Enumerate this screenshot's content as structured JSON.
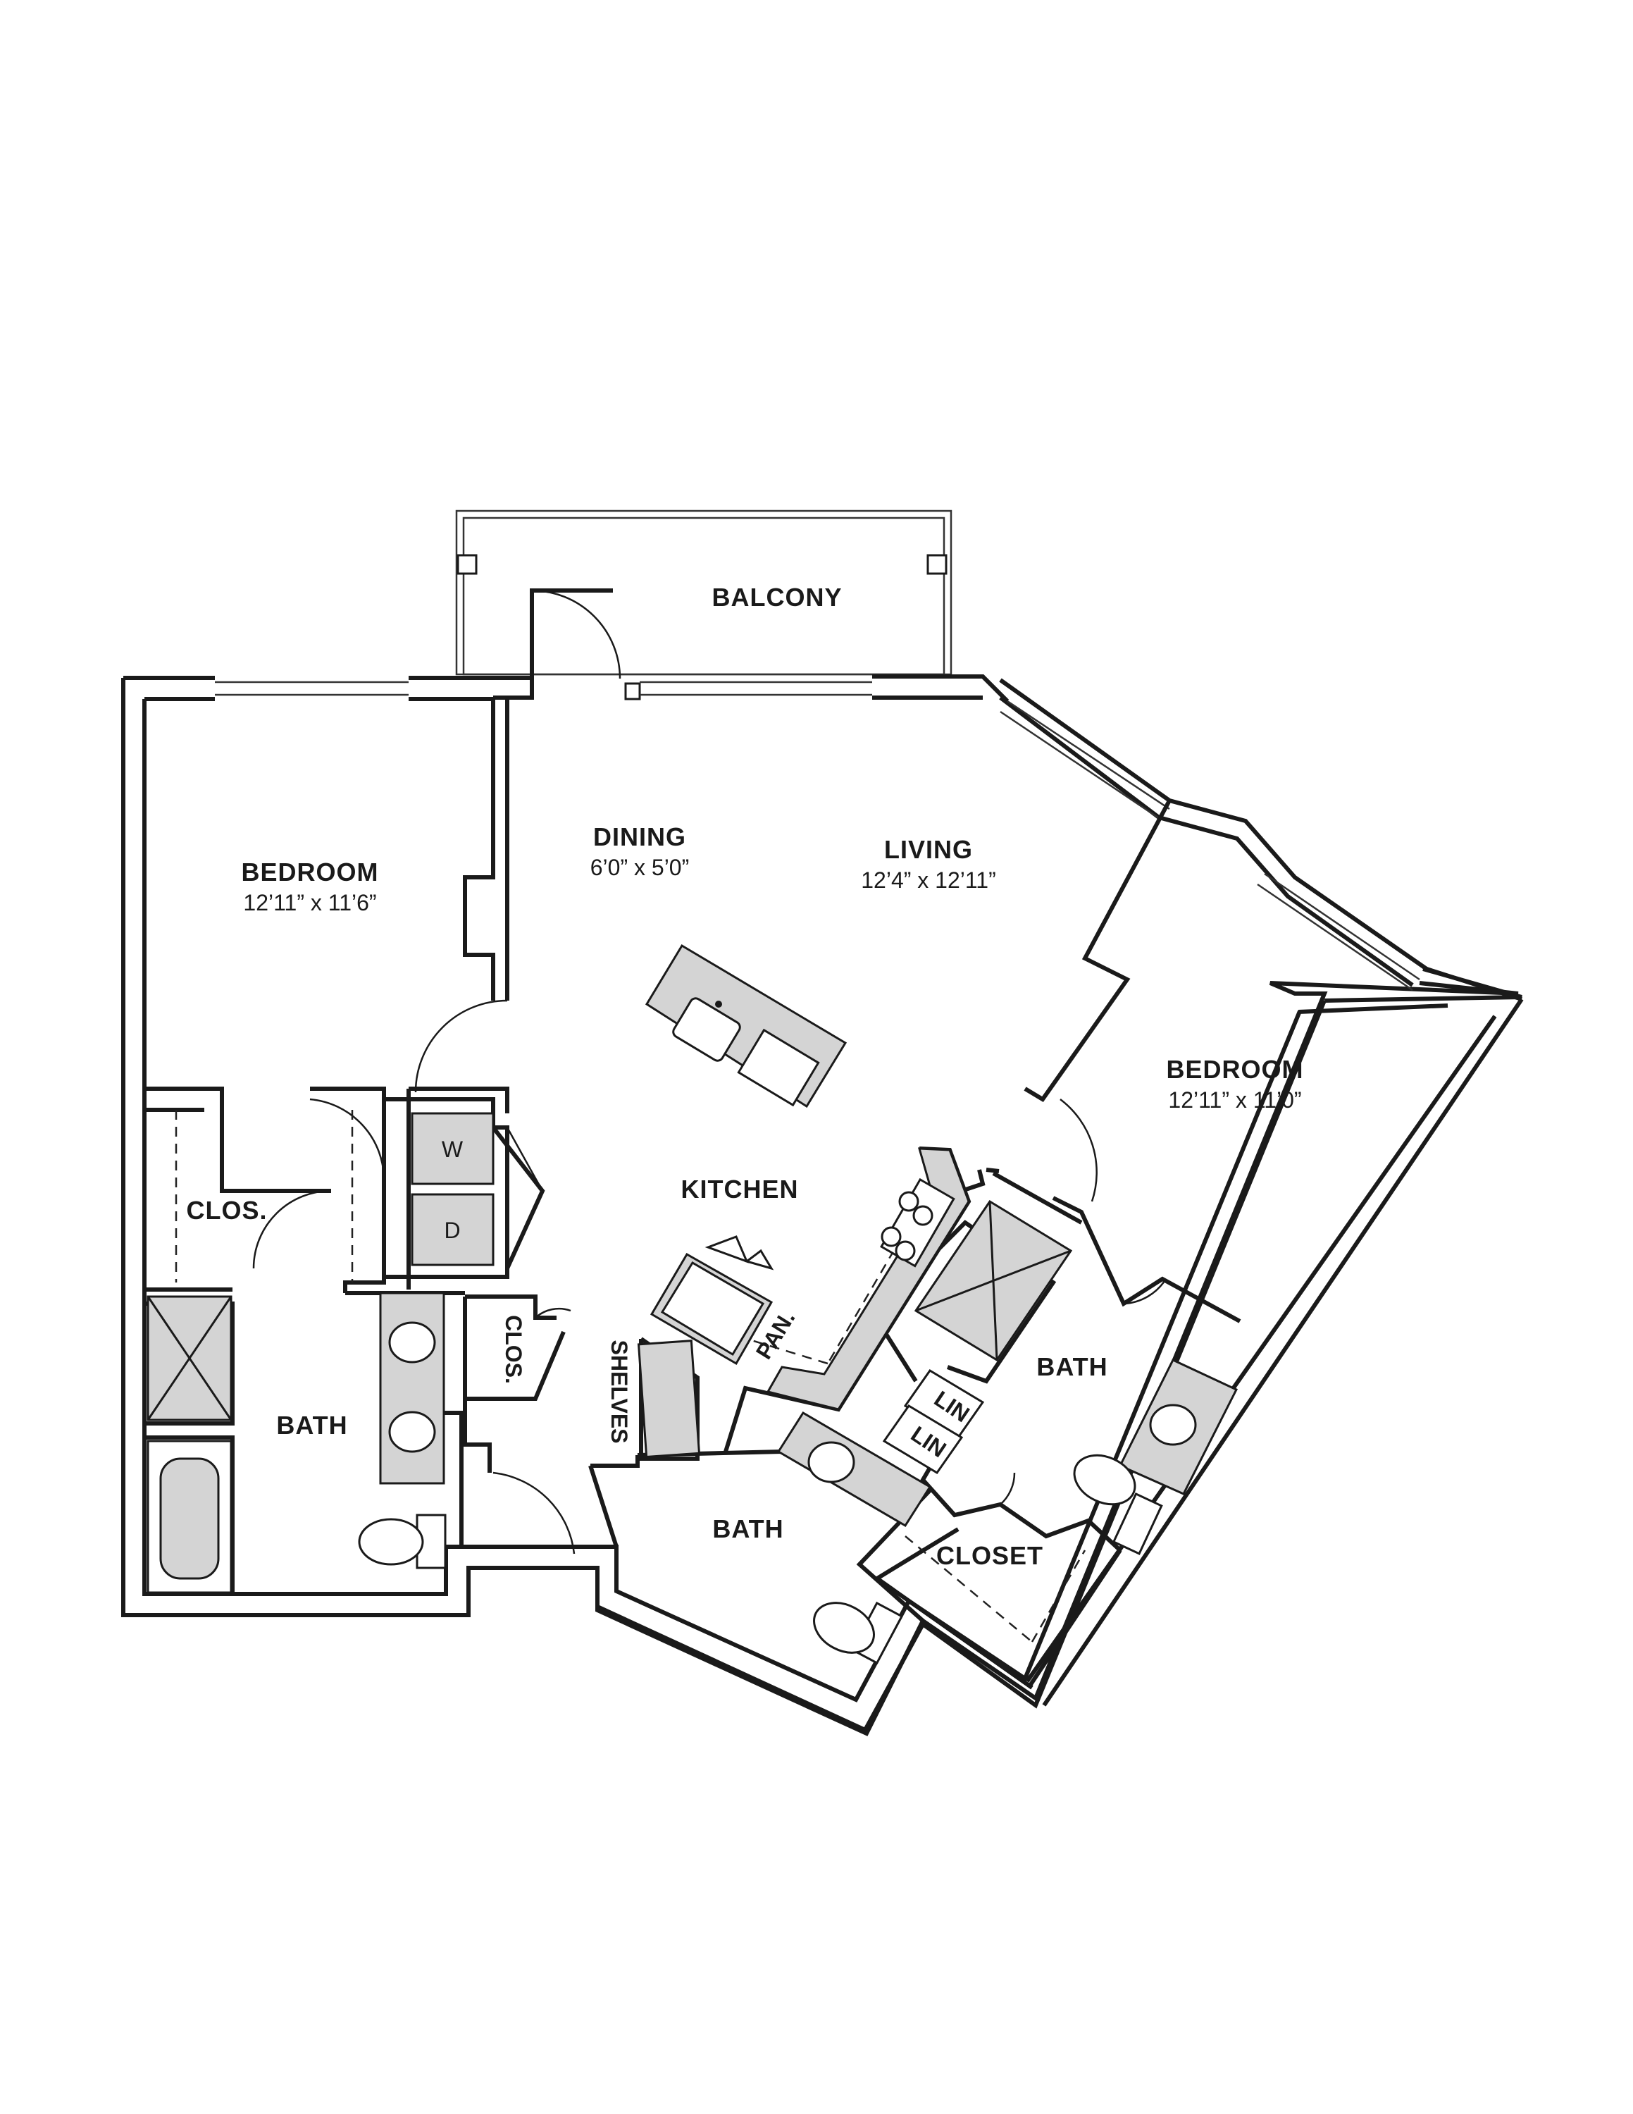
{
  "rooms": {
    "balcony": {
      "label": "BALCONY"
    },
    "bedroom_left": {
      "label": "BEDROOM",
      "dims": "12’11” x 11’6”"
    },
    "dining": {
      "label": "DINING",
      "dims": "6’0” x 5’0”"
    },
    "living": {
      "label": "LIVING",
      "dims": "12’4” x 12’11”"
    },
    "bedroom_right": {
      "label": "BEDROOM",
      "dims": "12’11” x 11’0”"
    },
    "kitchen": {
      "label": "KITCHEN"
    },
    "closet_left": {
      "label": "CLOS."
    },
    "closet_mid": {
      "label": "CLOS."
    },
    "bath_left": {
      "label": "BATH"
    },
    "bath_mid": {
      "label": "BATH"
    },
    "bath_right": {
      "label": "BATH"
    },
    "closet_right": {
      "label": "CLOSET"
    },
    "shelves": {
      "label": "SHELVES"
    },
    "pantry": {
      "label": "PAN."
    },
    "linen_1": {
      "label": "LIN"
    },
    "linen_2": {
      "label": "LIN"
    },
    "washer": {
      "label": "W"
    },
    "dryer": {
      "label": "D"
    }
  }
}
